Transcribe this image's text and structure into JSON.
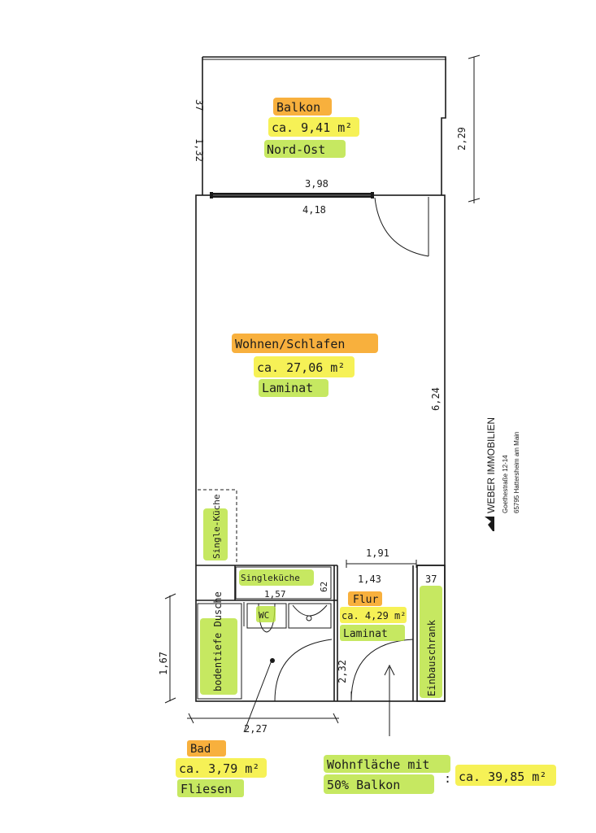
{
  "balcony": {
    "name": "Balkon",
    "area": "ca. 9,41 m²",
    "orientation": "Nord-Ost"
  },
  "living": {
    "name": "Wohnen/Schlafen",
    "area": "ca. 27,06 m²",
    "floor": "Laminat"
  },
  "hall": {
    "name": "Flur",
    "area": "ca. 4,29 m²",
    "floor": "Laminat"
  },
  "bath": {
    "name": "Bad",
    "area": "ca. 3,79 m²",
    "floor": "Fliesen"
  },
  "fixtures": {
    "singlekueche_vertical": "Single-Küche",
    "singlekueche_horizontal": "Singleküche",
    "shower": "bodentiefe Dusche",
    "wc": "WC",
    "wardrobe": "Einbauschrank"
  },
  "dimensions": {
    "d_37_top": "37",
    "d_132": "1,32",
    "d_229": "2,29",
    "d_398": "3,98",
    "d_418": "4,18",
    "d_624": "6,24",
    "d_191": "1,91",
    "d_143": "1,43",
    "d_37_right": "37",
    "d_157": "1,57",
    "d_62": "62",
    "d_167": "1,67",
    "d_232": "2,32",
    "d_227": "2,27"
  },
  "summary": {
    "label_line1": "Wohnfläche mit",
    "label_line2": "50% Balkon",
    "total": "ca. 39,85 m²"
  },
  "company": {
    "name": "WEBER IMMOBILIEN",
    "street": "Goethestraße 12-14",
    "city": "65795 Hattersheim am Main"
  }
}
